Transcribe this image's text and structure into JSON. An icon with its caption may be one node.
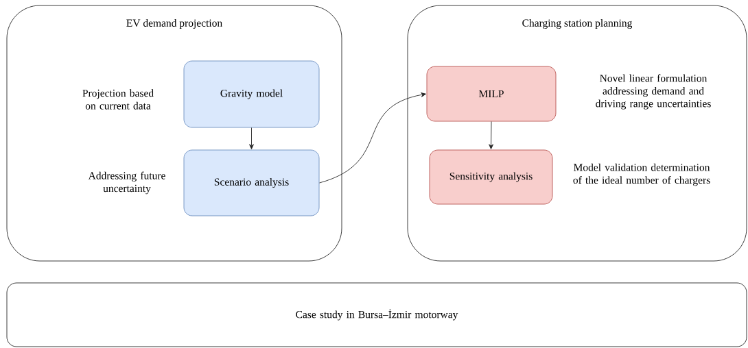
{
  "diagram": {
    "nodes": [
      {
        "text": [
          "EV demand projection"
        ]
      },
      {
        "text": [
          "Gravity model"
        ],
        "in": 0,
        "beside": [
          "Projection based on current data"
        ]
      },
      {
        "text": [
          "Scenario analysis"
        ],
        "in": 0,
        "beside": [
          "Addressing future uncertainty"
        ]
      },
      {
        "text": [
          "Charging station planning"
        ]
      },
      {
        "text": [
          "MILP"
        ],
        "in": 3,
        "beside": [
          "Novel linear formulation addressing demand and driving range uncertainties"
        ]
      },
      {
        "text": [
          "Sensitivity analysis"
        ],
        "in": 3,
        "beside": [
          "Model validation determination of the ideal number of chargers"
        ]
      },
      {
        "text": [
          "Case study in Bursa–İzmir motorway"
        ]
      }
    ],
    "edges": [
      {
        "from": 1,
        "to": 2,
        "arrow": "to"
      },
      {
        "from": 2,
        "to": 4,
        "arrow": "to"
      },
      {
        "from": 4,
        "to": 5,
        "arrow": "to"
      }
    ]
  }
}
